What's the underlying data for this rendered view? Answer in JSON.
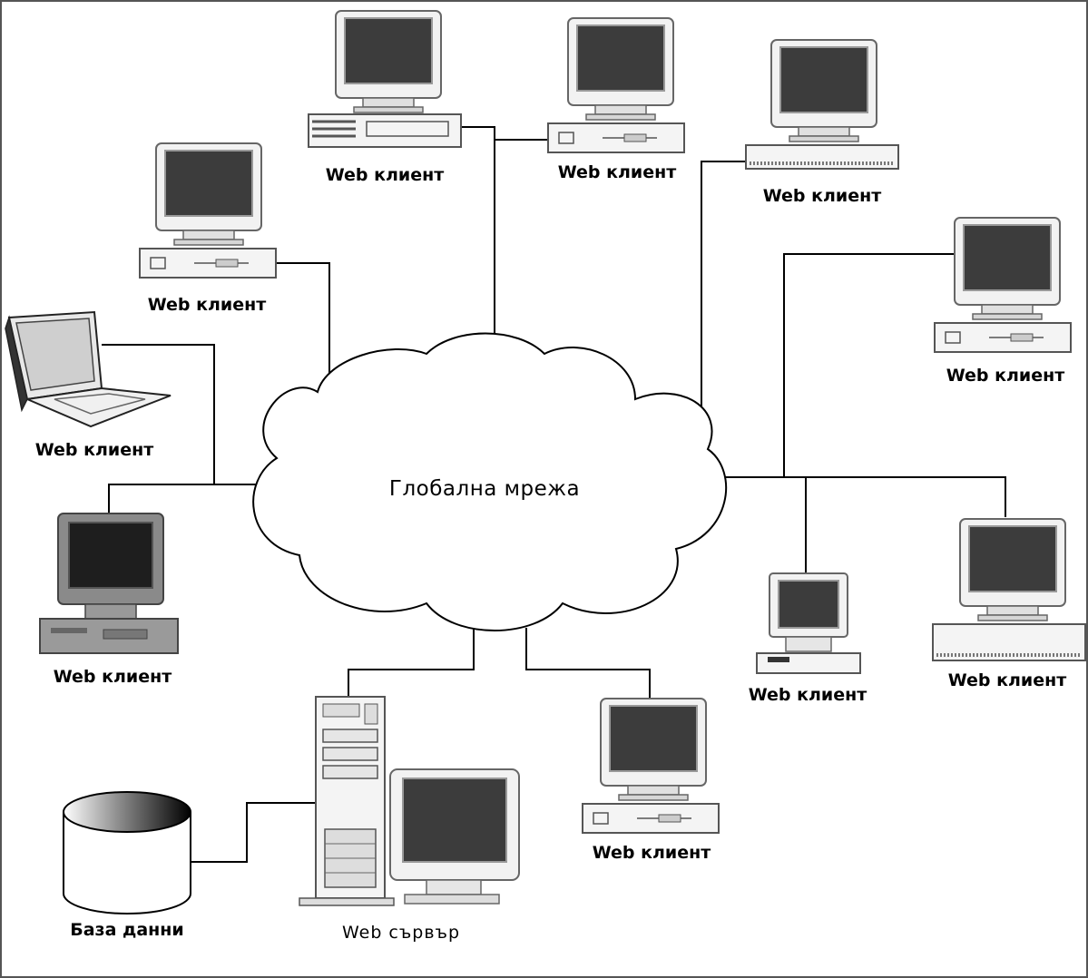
{
  "network": {
    "label": "Глобална мрежа"
  },
  "server": {
    "label": "Web сървър"
  },
  "database": {
    "label": "База данни"
  },
  "clients": [
    {
      "label": "Web клиент"
    },
    {
      "label": "Web клиент"
    },
    {
      "label": "Web клиент"
    },
    {
      "label": "Web клиент"
    },
    {
      "label": "Web клиент"
    },
    {
      "label": "Web клиент"
    },
    {
      "label": "Web клиент"
    },
    {
      "label": "Web клиент"
    },
    {
      "label": "Web клиент"
    },
    {
      "label": "Web клиент"
    }
  ]
}
